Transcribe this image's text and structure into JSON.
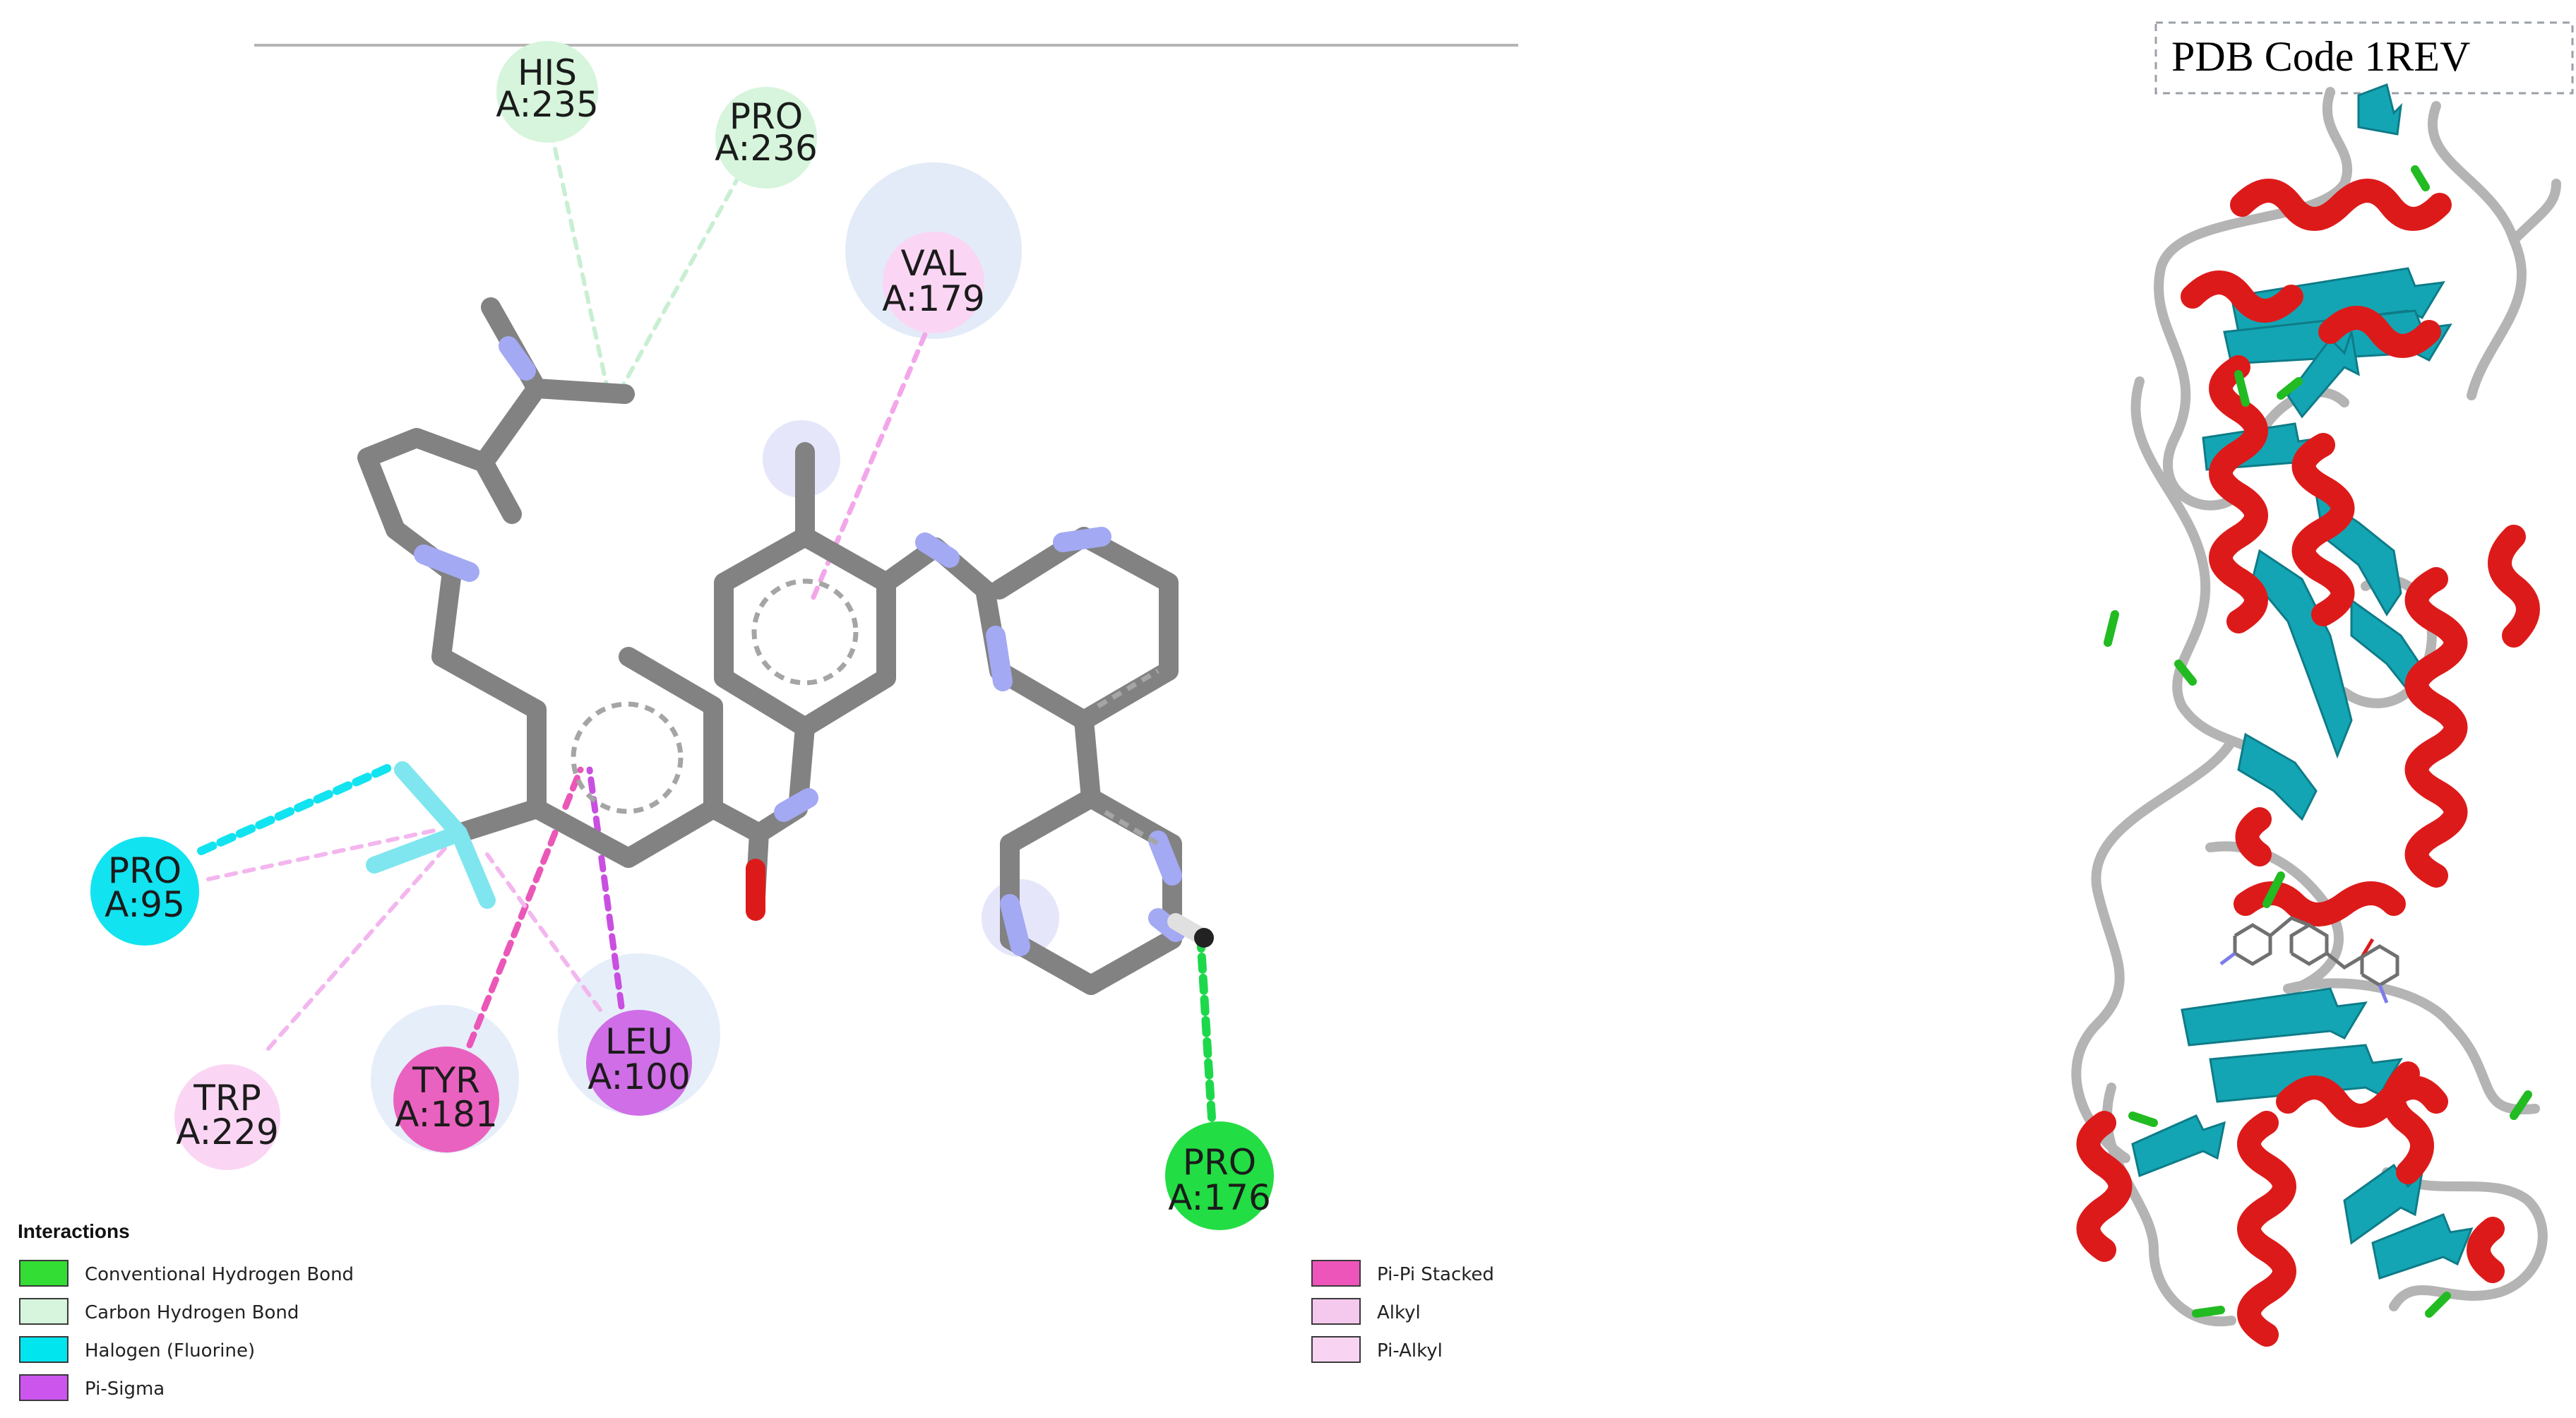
{
  "pdb_label": "PDB Code 1REV",
  "residues": {
    "his235": {
      "name": "HIS",
      "id": "A:235"
    },
    "pro236": {
      "name": "PRO",
      "id": "A:236"
    },
    "val179": {
      "name": "VAL",
      "id": "A:179"
    },
    "pro95": {
      "name": "PRO",
      "id": "A:95"
    },
    "trp229": {
      "name": "TRP",
      "id": "A:229"
    },
    "tyr181": {
      "name": "TYR",
      "id": "A:181"
    },
    "leu100": {
      "name": "LEU",
      "id": "A:100"
    },
    "pro176": {
      "name": "PRO",
      "id": "A:176"
    }
  },
  "legend": {
    "title": "Interactions",
    "items": [
      {
        "label": "Conventional Hydrogen Bond",
        "color": "#33dd33"
      },
      {
        "label": "Carbon Hydrogen Bond",
        "color": "#d6f5dc"
      },
      {
        "label": "Halogen (Fluorine)",
        "color": "#00e5ee"
      },
      {
        "label": "Pi-Sigma",
        "color": "#cc55ee"
      },
      {
        "label": "Pi-Pi Stacked",
        "color": "#ee55bb"
      },
      {
        "label": "Alkyl",
        "color": "#f5c8ee"
      },
      {
        "label": "Pi-Alkyl",
        "color": "#f9d4f2"
      }
    ]
  },
  "colors": {
    "helix": "#dd1a1a",
    "sheet": "#14a5b4",
    "turn": "#22bb22",
    "coil": "#b4b4b4",
    "carbon": "#808080",
    "nitrogen": "#9fa6f2",
    "oxygen": "#dd1a1a",
    "fluorine": "#7fe6ef"
  }
}
